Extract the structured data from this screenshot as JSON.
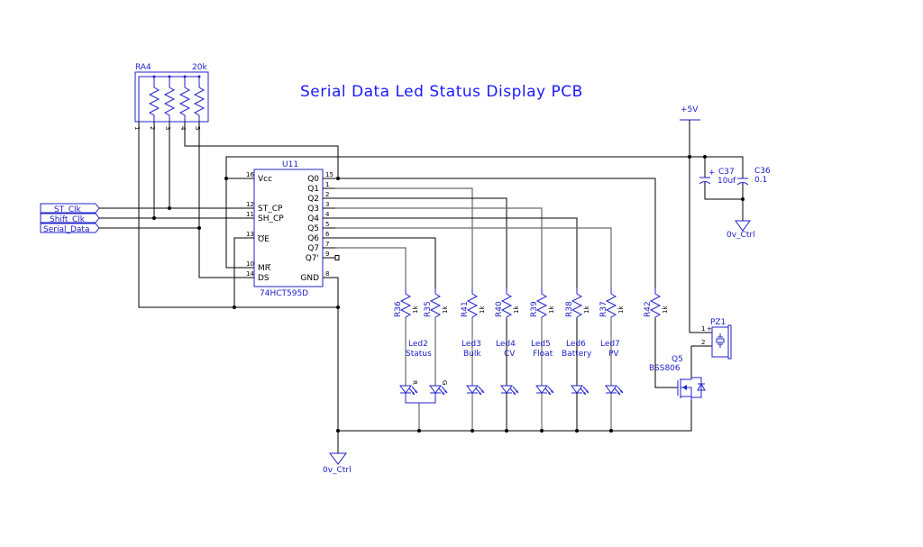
{
  "title": "Serial Data Led Status Display PCB",
  "resistor_array": {
    "ref": "RA4",
    "value": "20k",
    "pins": [
      "1",
      "2",
      "3",
      "4",
      "5"
    ]
  },
  "ic": {
    "ref": "U11",
    "part": "74HCT595D",
    "left_pins": [
      {
        "num": "16",
        "name": "Vcc"
      },
      {
        "num": "12",
        "name": "ST_CP"
      },
      {
        "num": "11",
        "name": "SH_CP"
      },
      {
        "num": "13",
        "name": "OE"
      },
      {
        "num": "10",
        "name": "MR"
      },
      {
        "num": "14",
        "name": "DS"
      }
    ],
    "right_pins": [
      {
        "num": "15",
        "name": "Q0"
      },
      {
        "num": "1",
        "name": "Q1"
      },
      {
        "num": "2",
        "name": "Q2"
      },
      {
        "num": "3",
        "name": "Q3"
      },
      {
        "num": "4",
        "name": "Q4"
      },
      {
        "num": "5",
        "name": "Q5"
      },
      {
        "num": "6",
        "name": "Q6"
      },
      {
        "num": "7",
        "name": "Q7"
      },
      {
        "num": "9",
        "name": "Q7'"
      },
      {
        "num": "8",
        "name": "GND"
      }
    ]
  },
  "ports": [
    "ST_Clk",
    "Shift_Clk",
    "Serial_Data"
  ],
  "resistors": [
    {
      "ref": "R36",
      "value": "1k"
    },
    {
      "ref": "R35",
      "value": "1k"
    },
    {
      "ref": "R41",
      "value": "1k"
    },
    {
      "ref": "R40",
      "value": "1k"
    },
    {
      "ref": "R39",
      "value": "1k"
    },
    {
      "ref": "R38",
      "value": "1k"
    },
    {
      "ref": "R37",
      "value": "1k"
    },
    {
      "ref": "R42",
      "value": "1k"
    }
  ],
  "leds": [
    {
      "ref": "Led2",
      "name": "Status",
      "colors": [
        "R",
        "G"
      ]
    },
    {
      "ref": "Led3",
      "name": "Bulk"
    },
    {
      "ref": "Led4",
      "name": "CV"
    },
    {
      "ref": "Led5",
      "name": "Float"
    },
    {
      "ref": "Led6",
      "name": "Battery"
    },
    {
      "ref": "Led7",
      "name": "PV"
    }
  ],
  "power": {
    "vcc": "+5V",
    "gnd_top": "0v_Ctrl",
    "gnd_bottom": "0v_Ctrl"
  },
  "capacitors": [
    {
      "ref": "C37",
      "value": "10uf",
      "polarity": "+"
    },
    {
      "ref": "C36",
      "value": "0.1"
    }
  ],
  "transistor": {
    "ref": "Q5",
    "part": "BSS806"
  },
  "buzzer": {
    "ref": "PZ1",
    "pin1": "1",
    "pin1_polarity": "+",
    "pin2": "2"
  }
}
